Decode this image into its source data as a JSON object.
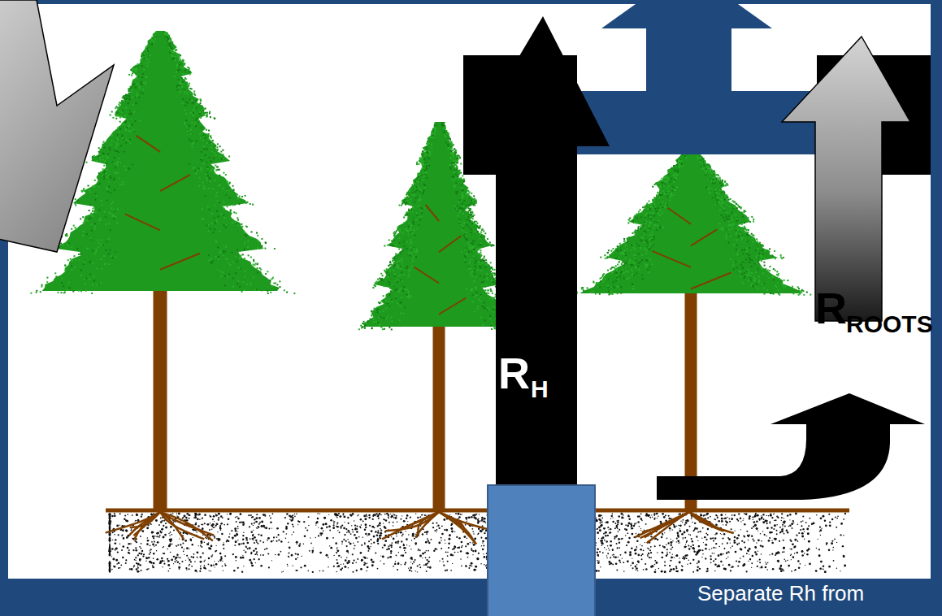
{
  "diagram": {
    "nodes": [
      {
        "text": [
          "R",
          "H"
        ]
      }
    ],
    "labels": [
      "R",
      "ROOTS",
      "Separate Rh from"
    ]
  }
}
